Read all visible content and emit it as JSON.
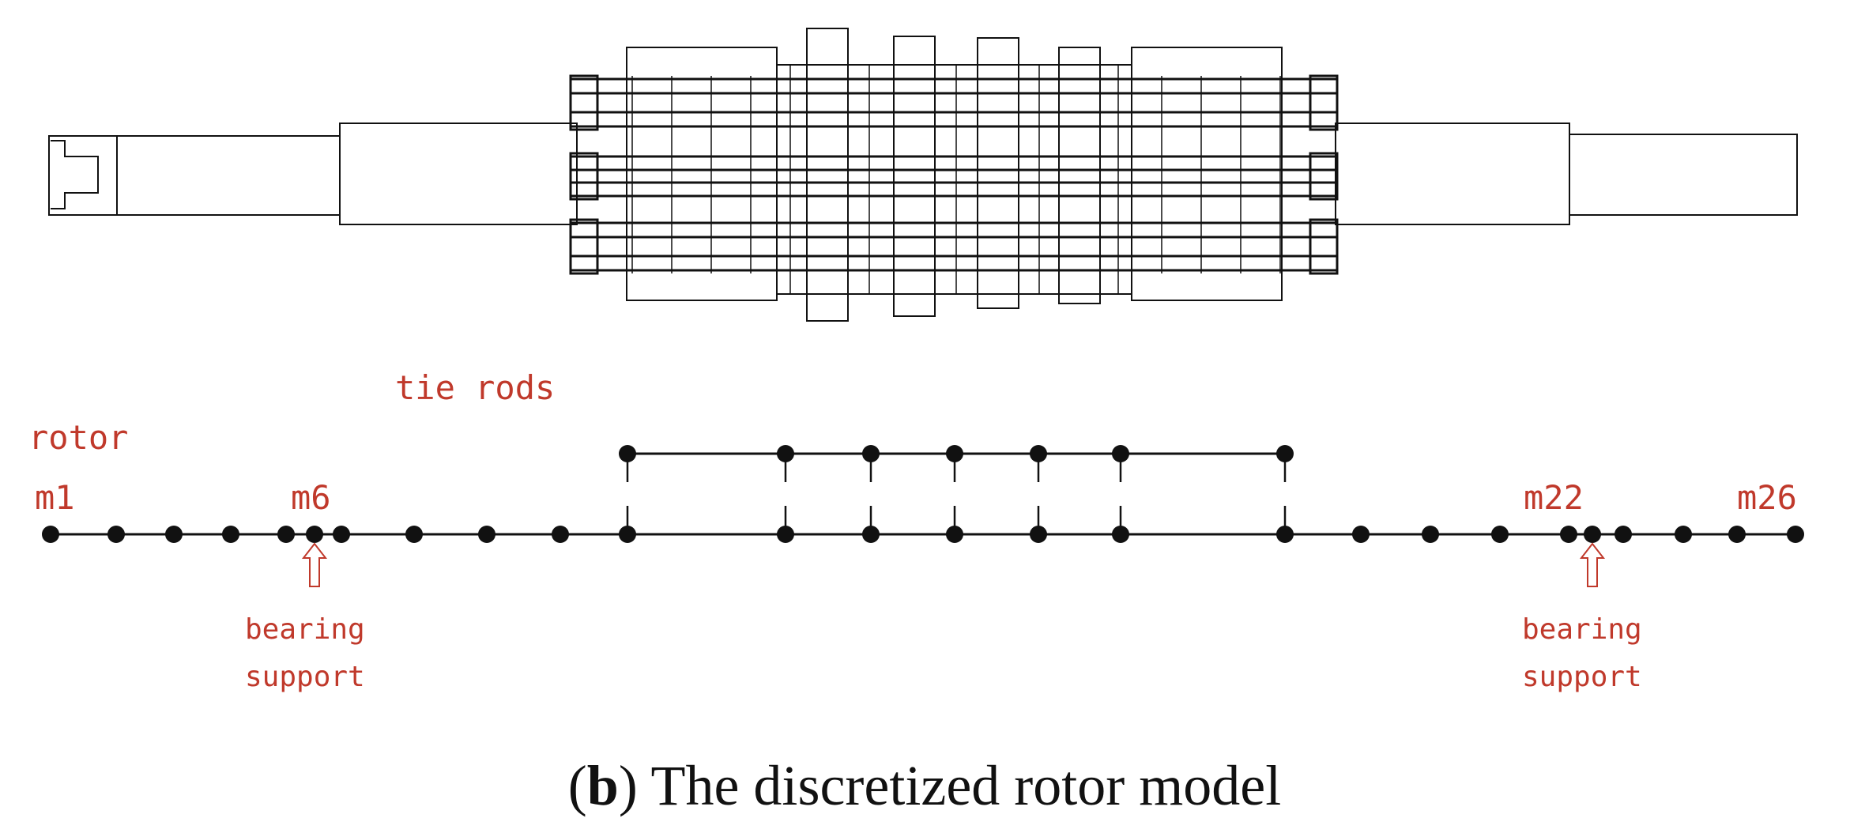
{
  "labels": {
    "rotor": "rotor",
    "tie_rods": "tie rods",
    "m1": "m1",
    "m6": "m6",
    "m22": "m22",
    "m26": "m26",
    "bearing_left_line1": "bearing",
    "bearing_left_line2": "support",
    "bearing_right_line1": "bearing",
    "bearing_right_line2": "support"
  },
  "caption": {
    "letter": "b",
    "paren_open": "(",
    "paren_close": ")",
    "text": " The discretized rotor model"
  },
  "colors": {
    "label_red": "#c0392b",
    "line": "#111111",
    "caption": "#111111"
  }
}
